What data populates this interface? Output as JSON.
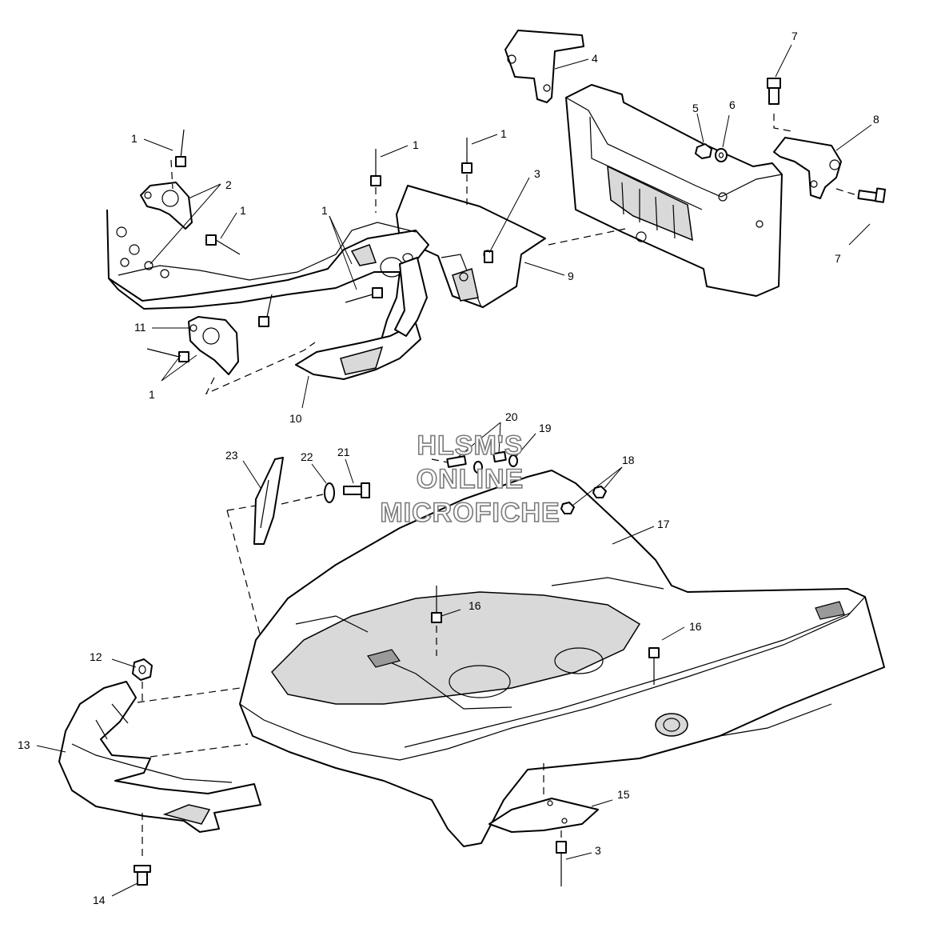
{
  "watermark": {
    "line1": "HLSM'S",
    "line2": "ONLINE",
    "line3": "MICROFICHE"
  },
  "callouts": {
    "c1a": "1",
    "c1b": "1",
    "c1c": "1",
    "c1d": "1",
    "c1e": "1",
    "c1f": "1",
    "c2": "2",
    "c3a": "3",
    "c3b": "3",
    "c4": "4",
    "c5": "5",
    "c6": "6",
    "c7a": "7",
    "c7b": "7",
    "c8": "8",
    "c9": "9",
    "c10": "10",
    "c11": "11",
    "c12": "12",
    "c13": "13",
    "c14": "14",
    "c15": "15",
    "c16a": "16",
    "c16b": "16",
    "c17": "17",
    "c18": "18",
    "c19": "19",
    "c20": "20",
    "c21": "21",
    "c22": "22",
    "c23": "23"
  }
}
